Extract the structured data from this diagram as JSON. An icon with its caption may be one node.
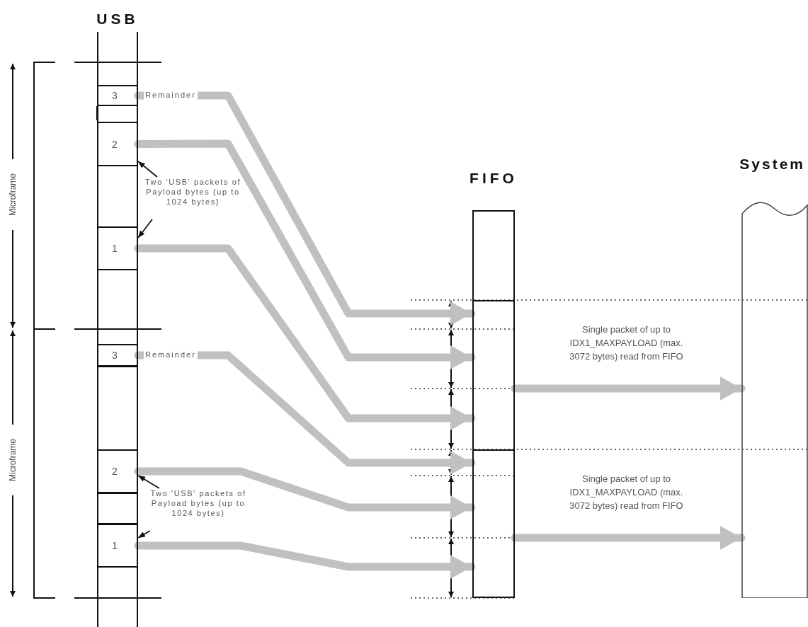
{
  "diagram": {
    "nodes": [
      {
        "text": [
          "USB"
        ]
      },
      {
        "text": [
          "3"
        ],
        "in": 0
      },
      {
        "text": [
          "2"
        ],
        "in": 0
      },
      {
        "text": [
          "1"
        ],
        "in": 0
      },
      {
        "text": [
          "3"
        ],
        "in": 0
      },
      {
        "text": [
          "2"
        ],
        "in": 0
      },
      {
        "text": [
          "1"
        ],
        "in": 0
      },
      {
        "text": [
          "Two 'USB' packets of Payload bytes (up to 1024 bytes)"
        ]
      },
      {
        "text": [
          "Two 'USB' packets of Payload bytes (up to 1024 bytes)"
        ]
      },
      {
        "text": [
          "FIFO"
        ]
      },
      {
        "text": [],
        "shape": "box",
        "in": 9
      },
      {
        "text": [],
        "shape": "box",
        "in": 9
      },
      {
        "text": [
          "System"
        ]
      }
    ],
    "edges": [
      {
        "from": 1,
        "to": 10,
        "arrow": "to",
        "label": "Remainder"
      },
      {
        "from": 2,
        "to": 10,
        "arrow": "to"
      },
      {
        "from": 3,
        "to": 10,
        "arrow": "to"
      },
      {
        "from": 4,
        "to": 11,
        "arrow": "to",
        "label": "Remainder"
      },
      {
        "from": 5,
        "to": 11,
        "arrow": "to"
      },
      {
        "from": 6,
        "to": 11,
        "arrow": "to"
      },
      {
        "from": 7,
        "to": 2,
        "arrow": "to",
        "color": "#111111"
      },
      {
        "from": 7,
        "to": 3,
        "arrow": "to",
        "color": "#111111"
      },
      {
        "from": 8,
        "to": 5,
        "arrow": "to",
        "color": "#111111"
      },
      {
        "from": 8,
        "to": 6,
        "arrow": "to",
        "color": "#111111"
      },
      {
        "from": 10,
        "to": 12,
        "arrow": "to",
        "label": "Single packet of up to IDX1_MAXPAYLOAD (max. 3072 bytes) read from FIFO"
      },
      {
        "from": 11,
        "to": 12,
        "arrow": "to",
        "label": "Single packet of up to IDX1_MAXPAYLOAD (max. 3072 bytes) read from FIFO"
      }
    ],
    "labels": [
      "Microframe",
      "Microframe"
    ]
  }
}
